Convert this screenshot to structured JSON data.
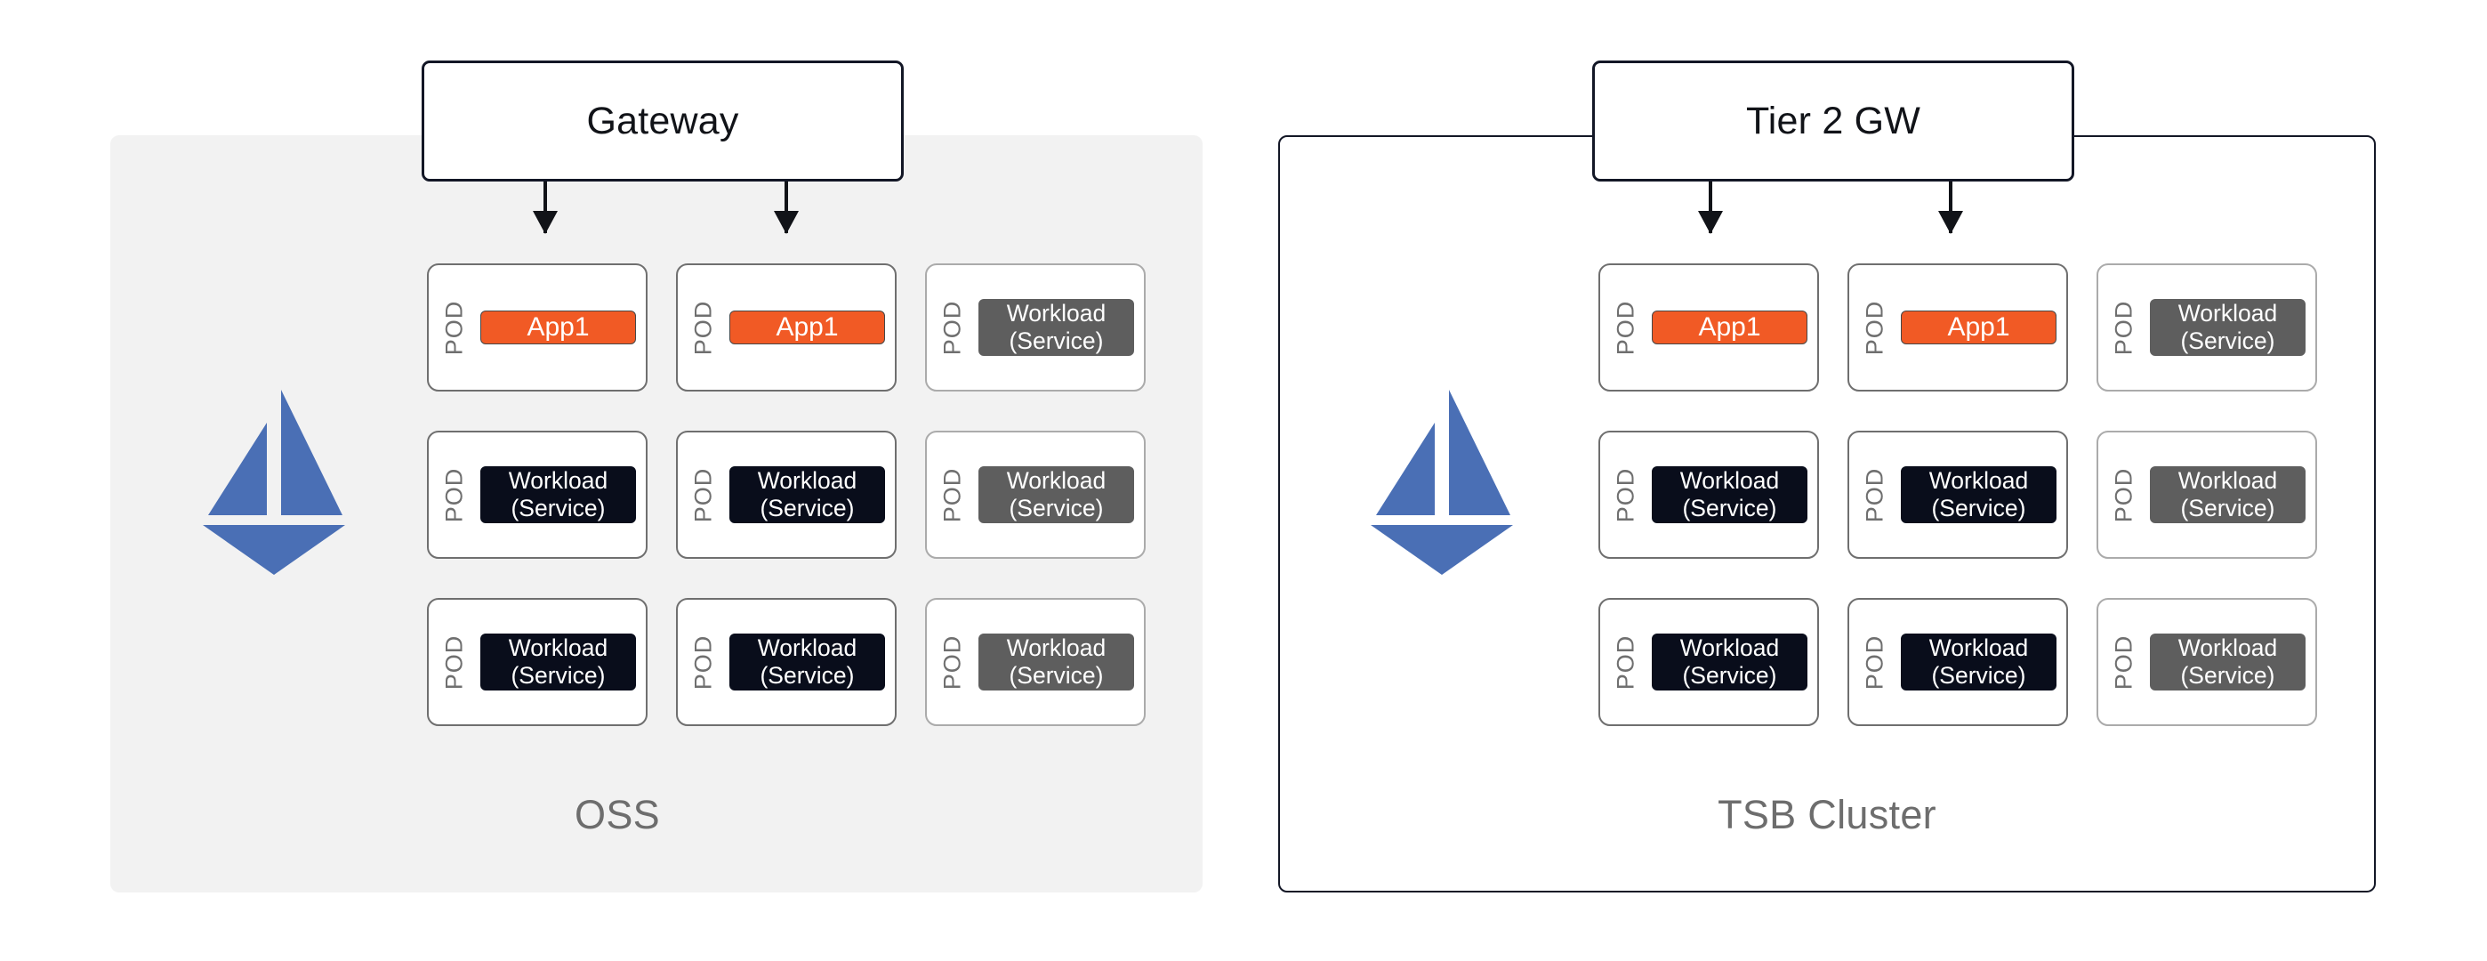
{
  "diagram": {
    "title_left": "OSS",
    "title_right": "TSB Cluster",
    "colors": {
      "app_orange": "#F15A25",
      "workload_dark": "#090D1B",
      "workload_gray": "#5E5E5E",
      "istio_blue": "#4A6FB5",
      "panel_gray": "#F2F2F2",
      "border_dark": "#131726",
      "caption_gray": "#6D6D6D"
    }
  },
  "left_panel": {
    "name": "OSS",
    "caption": "OSS",
    "gateway": {
      "label": "Gateway"
    },
    "logo": {
      "icon": "istio-sail-logo",
      "alt": "Istio"
    },
    "pod_label": "POD",
    "arrows": [
      {
        "from": "Gateway",
        "to": "pod-r1c1"
      },
      {
        "from": "Gateway",
        "to": "pod-r1c2"
      }
    ],
    "pods": [
      {
        "id": "pod-r1c1",
        "pod_label": "POD",
        "box_text": "App1",
        "box_style": "app",
        "pod_style": "dark"
      },
      {
        "id": "pod-r1c2",
        "pod_label": "POD",
        "box_text": "App1",
        "box_style": "app",
        "pod_style": "dark"
      },
      {
        "id": "pod-r1c3",
        "pod_label": "POD",
        "box_text": "Workload\n(Service)",
        "box_style": "gray",
        "pod_style": "light"
      },
      {
        "id": "pod-r2c1",
        "pod_label": "POD",
        "box_text": "Workload\n(Service)",
        "box_style": "dark",
        "pod_style": "dark"
      },
      {
        "id": "pod-r2c2",
        "pod_label": "POD",
        "box_text": "Workload\n(Service)",
        "box_style": "dark",
        "pod_style": "dark"
      },
      {
        "id": "pod-r2c3",
        "pod_label": "POD",
        "box_text": "Workload\n(Service)",
        "box_style": "gray",
        "pod_style": "light"
      },
      {
        "id": "pod-r3c1",
        "pod_label": "POD",
        "box_text": "Workload\n(Service)",
        "box_style": "dark",
        "pod_style": "dark"
      },
      {
        "id": "pod-r3c2",
        "pod_label": "POD",
        "box_text": "Workload\n(Service)",
        "box_style": "dark",
        "pod_style": "dark"
      },
      {
        "id": "pod-r3c3",
        "pod_label": "POD",
        "box_text": "Workload\n(Service)",
        "box_style": "gray",
        "pod_style": "light"
      }
    ]
  },
  "right_panel": {
    "name": "TSB Cluster",
    "caption": "TSB Cluster",
    "gateway": {
      "label": "Tier 2 GW"
    },
    "logo": {
      "icon": "istio-sail-logo",
      "alt": "Istio"
    },
    "pod_label": "POD",
    "arrows": [
      {
        "from": "Tier 2 GW",
        "to": "pod-r1c1"
      },
      {
        "from": "Tier 2 GW",
        "to": "pod-r1c2"
      }
    ],
    "pods": [
      {
        "id": "pod-r1c1",
        "pod_label": "POD",
        "box_text": "App1",
        "box_style": "app",
        "pod_style": "dark"
      },
      {
        "id": "pod-r1c2",
        "pod_label": "POD",
        "box_text": "App1",
        "box_style": "app",
        "pod_style": "dark"
      },
      {
        "id": "pod-r1c3",
        "pod_label": "POD",
        "box_text": "Workload\n(Service)",
        "box_style": "gray",
        "pod_style": "light"
      },
      {
        "id": "pod-r2c1",
        "pod_label": "POD",
        "box_text": "Workload\n(Service)",
        "box_style": "dark",
        "pod_style": "dark"
      },
      {
        "id": "pod-r2c2",
        "pod_label": "POD",
        "box_text": "Workload\n(Service)",
        "box_style": "dark",
        "pod_style": "dark"
      },
      {
        "id": "pod-r2c3",
        "pod_label": "POD",
        "box_text": "Workload\n(Service)",
        "box_style": "gray",
        "pod_style": "light"
      },
      {
        "id": "pod-r3c1",
        "pod_label": "POD",
        "box_text": "Workload\n(Service)",
        "box_style": "dark",
        "pod_style": "dark"
      },
      {
        "id": "pod-r3c2",
        "pod_label": "POD",
        "box_text": "Workload\n(Service)",
        "box_style": "dark",
        "pod_style": "dark"
      },
      {
        "id": "pod-r3c3",
        "pod_label": "POD",
        "box_text": "Workload\n(Service)",
        "box_style": "gray",
        "pod_style": "light"
      }
    ]
  }
}
